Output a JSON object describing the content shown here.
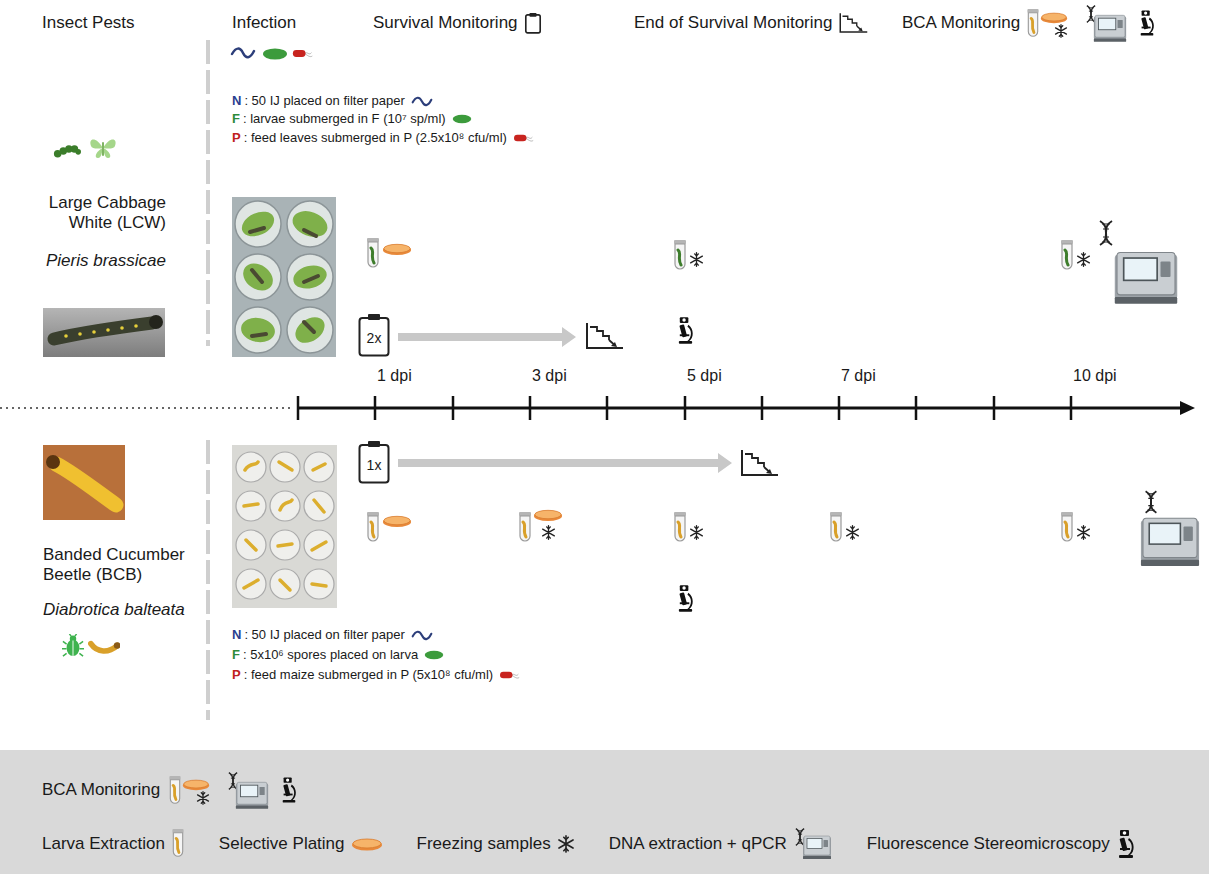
{
  "diagram": {
    "nodes": [
      {
        "text": [
          "2x"
        ]
      },
      {
        "text": [
          "1x"
        ]
      },
      {
        "text": [
          "BCA Monitoring"
        ]
      }
    ],
    "labels": [
      "Insect Pests",
      "Infection",
      "Survival Monitoring",
      "End of Survival Monitoring",
      "BCA Monitoring",
      "Large Cabbage White (LCW)",
      "Pieris brassicae",
      "N",
      ": 50 IJ placed on filter paper",
      "F",
      ": larvae submerged in F (10⁷ sp/ml)",
      "P",
      ": feed leaves submerged in P (2.5x10⁸ cfu/ml)",
      "1 dpi",
      "3 dpi",
      "5 dpi",
      "7 dpi",
      "10 dpi",
      "Banded Cucumber Beetle (BCB)",
      "Diabrotica balteata",
      "N",
      ": 50 IJ placed on filter paper",
      "F",
      ": 5x10⁶ spores placed on larva",
      "P",
      ": feed maize submerged in P (5x10⁸ cfu/ml)"
    ],
    "legend": [
      {
        "text": "Larva Extraction"
      },
      {
        "text": "Selective Plating"
      },
      {
        "text": "Freezing samples"
      },
      {
        "text": "DNA extraction + qPCR"
      },
      {
        "text": "Fluorescence Stereomicroscopy"
      }
    ]
  }
}
